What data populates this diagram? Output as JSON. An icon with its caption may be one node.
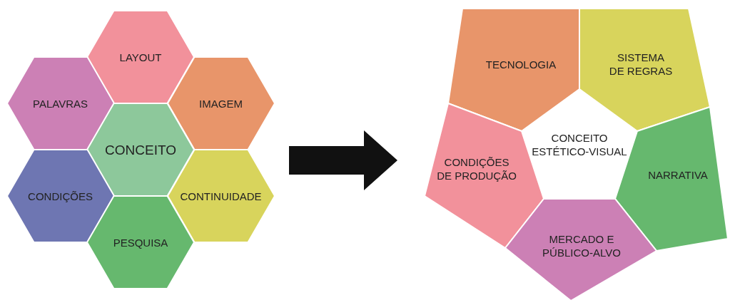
{
  "diagram": {
    "nodes": [
      {
        "text": [
          "LAYOUT"
        ]
      },
      {
        "text": [
          "PALAVRAS"
        ]
      },
      {
        "text": [
          "IMAGEM"
        ]
      },
      {
        "text": [
          "CONCEITO"
        ]
      },
      {
        "text": [
          "CONDIÇÕES"
        ]
      },
      {
        "text": [
          "CONTINUIDADE"
        ]
      },
      {
        "text": [
          "PESQUISA"
        ]
      },
      {
        "text": [
          "TECNOLOGIA"
        ]
      },
      {
        "text": [
          "SISTEMA DE REGRAS"
        ]
      },
      {
        "text": [
          "CONCEITO ESTÉTICO-VISUAL"
        ]
      },
      {
        "text": [
          "CONDIÇÕES DE PRODUÇÃO"
        ]
      },
      {
        "text": [
          "NARRATIVA"
        ]
      },
      {
        "text": [
          "MERCADO E PÚBLICO-ALVO"
        ]
      }
    ]
  }
}
